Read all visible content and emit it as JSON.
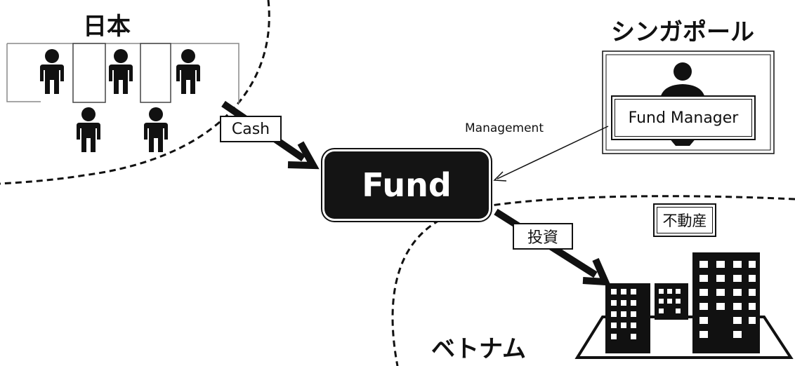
{
  "regions": {
    "japan": "日本",
    "singapore": "シンガポール",
    "vietnam": "ベトナム"
  },
  "fund": "Fund",
  "flows": {
    "cash": "Cash",
    "management": "Management",
    "investment": "投資"
  },
  "roles": {
    "fund_manager": "Fund Manager",
    "real_estate": "不動産"
  }
}
